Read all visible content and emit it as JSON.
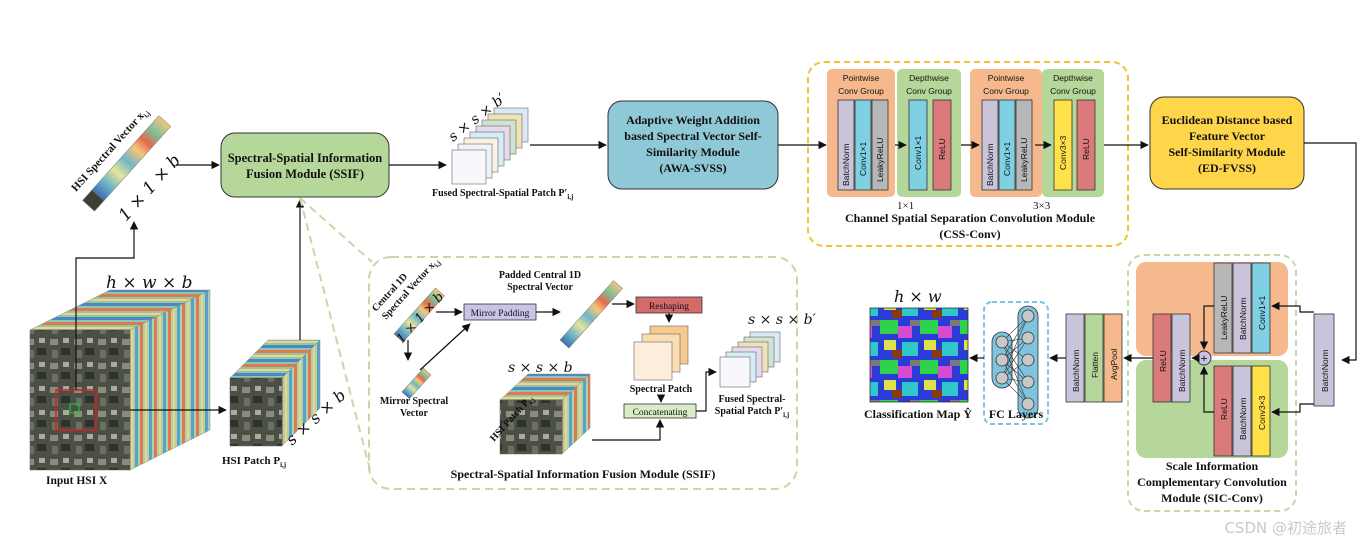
{
  "labels": {
    "hsi_vector": "HSI Spectral Vector x",
    "hsi_vector_sub": "i,j",
    "vec_dims": "1 × 1 × b",
    "cube_dims": "h × w × b",
    "input_label": "Input HSI X",
    "patch_label": "HSI Patch P",
    "patch_sub": "i,j",
    "patch_dims": "s × s × b",
    "ssif_box_l1": "Spectral-Spatial Information",
    "ssif_box_l2": "Fusion Module (SSIF)",
    "fused_dims": "s × s × b′",
    "fused_label": "Fused Spectral-Spatial Patch P′",
    "fused_sub": "i,j",
    "awa_l1": "Adaptive Weight Addition",
    "awa_l2": "based Spectral Vector Self-",
    "awa_l3": "Similarity Module",
    "awa_l4": "(AWA-SVSS)",
    "pw_group_1": "Pointwise",
    "pw_group_2": "Conv Group",
    "dw_group_1": "Depthwise",
    "dw_group_2": "Conv Group",
    "batchnorm": "BatchNorm",
    "conv1x1": "Conv1×1",
    "conv3x3": "Conv3×3",
    "leakyrelu": "LeakyReLU",
    "relu": "ReLU",
    "k1": "1×1",
    "k3": "3×3",
    "css_l1": "Channel Spatial Separation Convolution Module",
    "css_l2": "(CSS-Conv)",
    "ed_l1": "Euclidean Distance based",
    "ed_l2": "Feature Vector",
    "ed_l3": "Self-Similarity Module",
    "ed_l4": "(ED-FVSS)",
    "central_1": "Central 1D",
    "central_2": "Spectral Vector x",
    "central_sub": "i,j",
    "central_dims": "1 × 1 × b",
    "mirror_padding": "Mirror Padding",
    "mirror_vec_1": "Mirror Spectral",
    "mirror_vec_2": "Vector",
    "padded_1": "Padded Central 1D",
    "padded_2": "Spectral Vector",
    "reshaping": "Reshaping",
    "spectral_patch": "Spectral Patch",
    "ssif_patch_dims": "s × s × b",
    "ssif_hsi_patch": "HSI Patch P",
    "ssif_hsi_sub": "i,j",
    "concatenating": "Concatenating",
    "ssif_out_dims": "s × s × b′",
    "ssif_out_1": "Fused Spectral-",
    "ssif_out_2": "Spatial Patch P′",
    "ssif_out_sub": "i,j",
    "ssif_title": "Spectral-Spatial Information Fusion Module (SSIF)",
    "flatten": "Flatten",
    "avgpool": "AvgPool",
    "fc_label": "FC Layers",
    "map_dims": "h × w",
    "map_label": "Classification Map Ŷ",
    "sic_l1": "Scale Information",
    "sic_l2": "Complementary Convolution",
    "sic_l3": "Module (SIC-Conv)",
    "plus": "+"
  },
  "watermark": "CSDN @初途旅者",
  "colors": {
    "ssif_green": "#b6d79a",
    "awa_blue": "#8fc8d6",
    "ed_yellow": "#ffd54a",
    "pw_orange": "#f6b98d",
    "dw_green": "#b6d79a",
    "batchnorm": "#c9c4da",
    "conv": "#7fd0e3",
    "leaky": "#b7b7b7",
    "relu": "#da7a7a",
    "conv3": "#ffe14a",
    "dashed_yellow": "#f2c230",
    "dashed_green": "#c8d7a8",
    "dashed_blue": "#7fc4df",
    "reshaping": "#d46a6a",
    "mirror": "#c9c4e6",
    "concat": "#d9ecc6"
  }
}
